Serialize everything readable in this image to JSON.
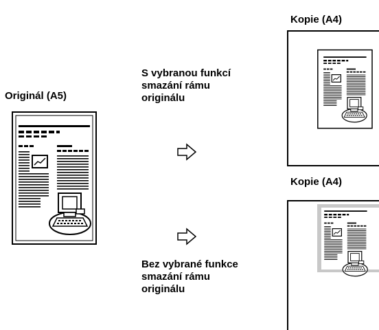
{
  "labels": {
    "original": "Originál (A5)",
    "copy_top": "Kopie (A4)",
    "copy_bottom": "Kopie (A4)",
    "with_function": "S vybranou funkcí\nsmazání rámu\noriginálu",
    "without_function": "Bez vybrané funkce\nsmazání rámu\noriginálu"
  },
  "icons": {
    "arrow": "hollow-right-arrow-icon",
    "document": "document-page-icon",
    "computer": "computer-icon",
    "chart": "line-chart-icon"
  }
}
